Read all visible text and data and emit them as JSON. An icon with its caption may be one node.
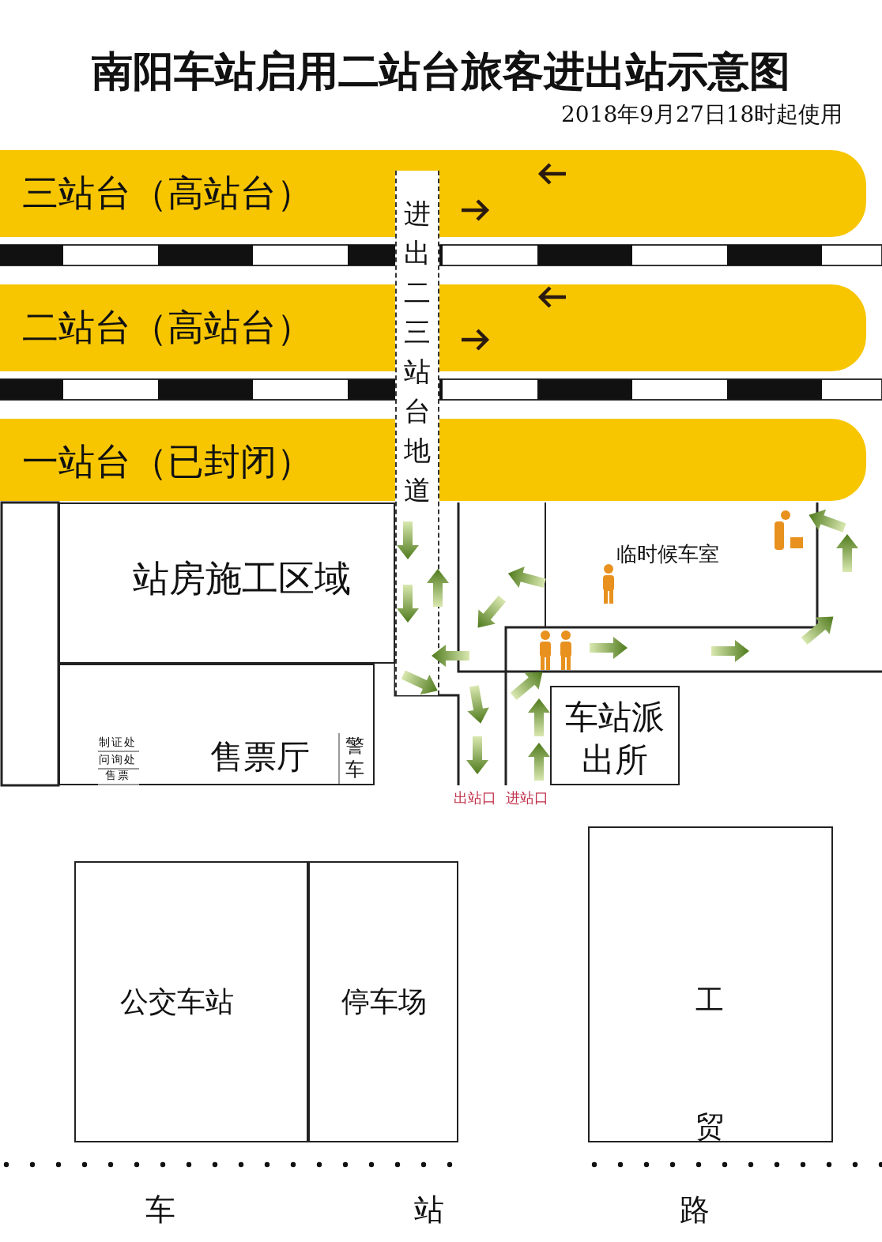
{
  "diagram": {
    "title": "南阳车站启用二站台旅客进出站示意图",
    "nodes": [
      {
        "text": [
          "三站台（高站台）"
        ]
      },
      {
        "text": [
          "二站台（高站台）"
        ]
      },
      {
        "text": [
          "一站台（已封闭）"
        ]
      },
      {
        "text": [
          "进出二三站台地道"
        ]
      },
      {
        "text": [
          "站房施工区域"
        ]
      },
      {
        "text": [
          "售票厅"
        ]
      },
      {
        "text": [
          "制证处"
        ],
        "in": 5
      },
      {
        "text": [
          "问询处"
        ],
        "in": 5
      },
      {
        "text": [
          "售票"
        ],
        "in": 5
      },
      {
        "text": [
          "警车"
        ],
        "in": 5
      },
      {
        "text": [
          "临时候车室"
        ]
      },
      {
        "text": [
          "车站派出所"
        ]
      },
      {
        "text": [
          "公交车站"
        ]
      },
      {
        "text": [
          "停车场"
        ]
      },
      {
        "text": [
          "工贸"
        ]
      }
    ],
    "labels": [
      "2018年9月27日18时起使用",
      "出站口",
      "进站口",
      "车",
      "站",
      "路"
    ]
  }
}
